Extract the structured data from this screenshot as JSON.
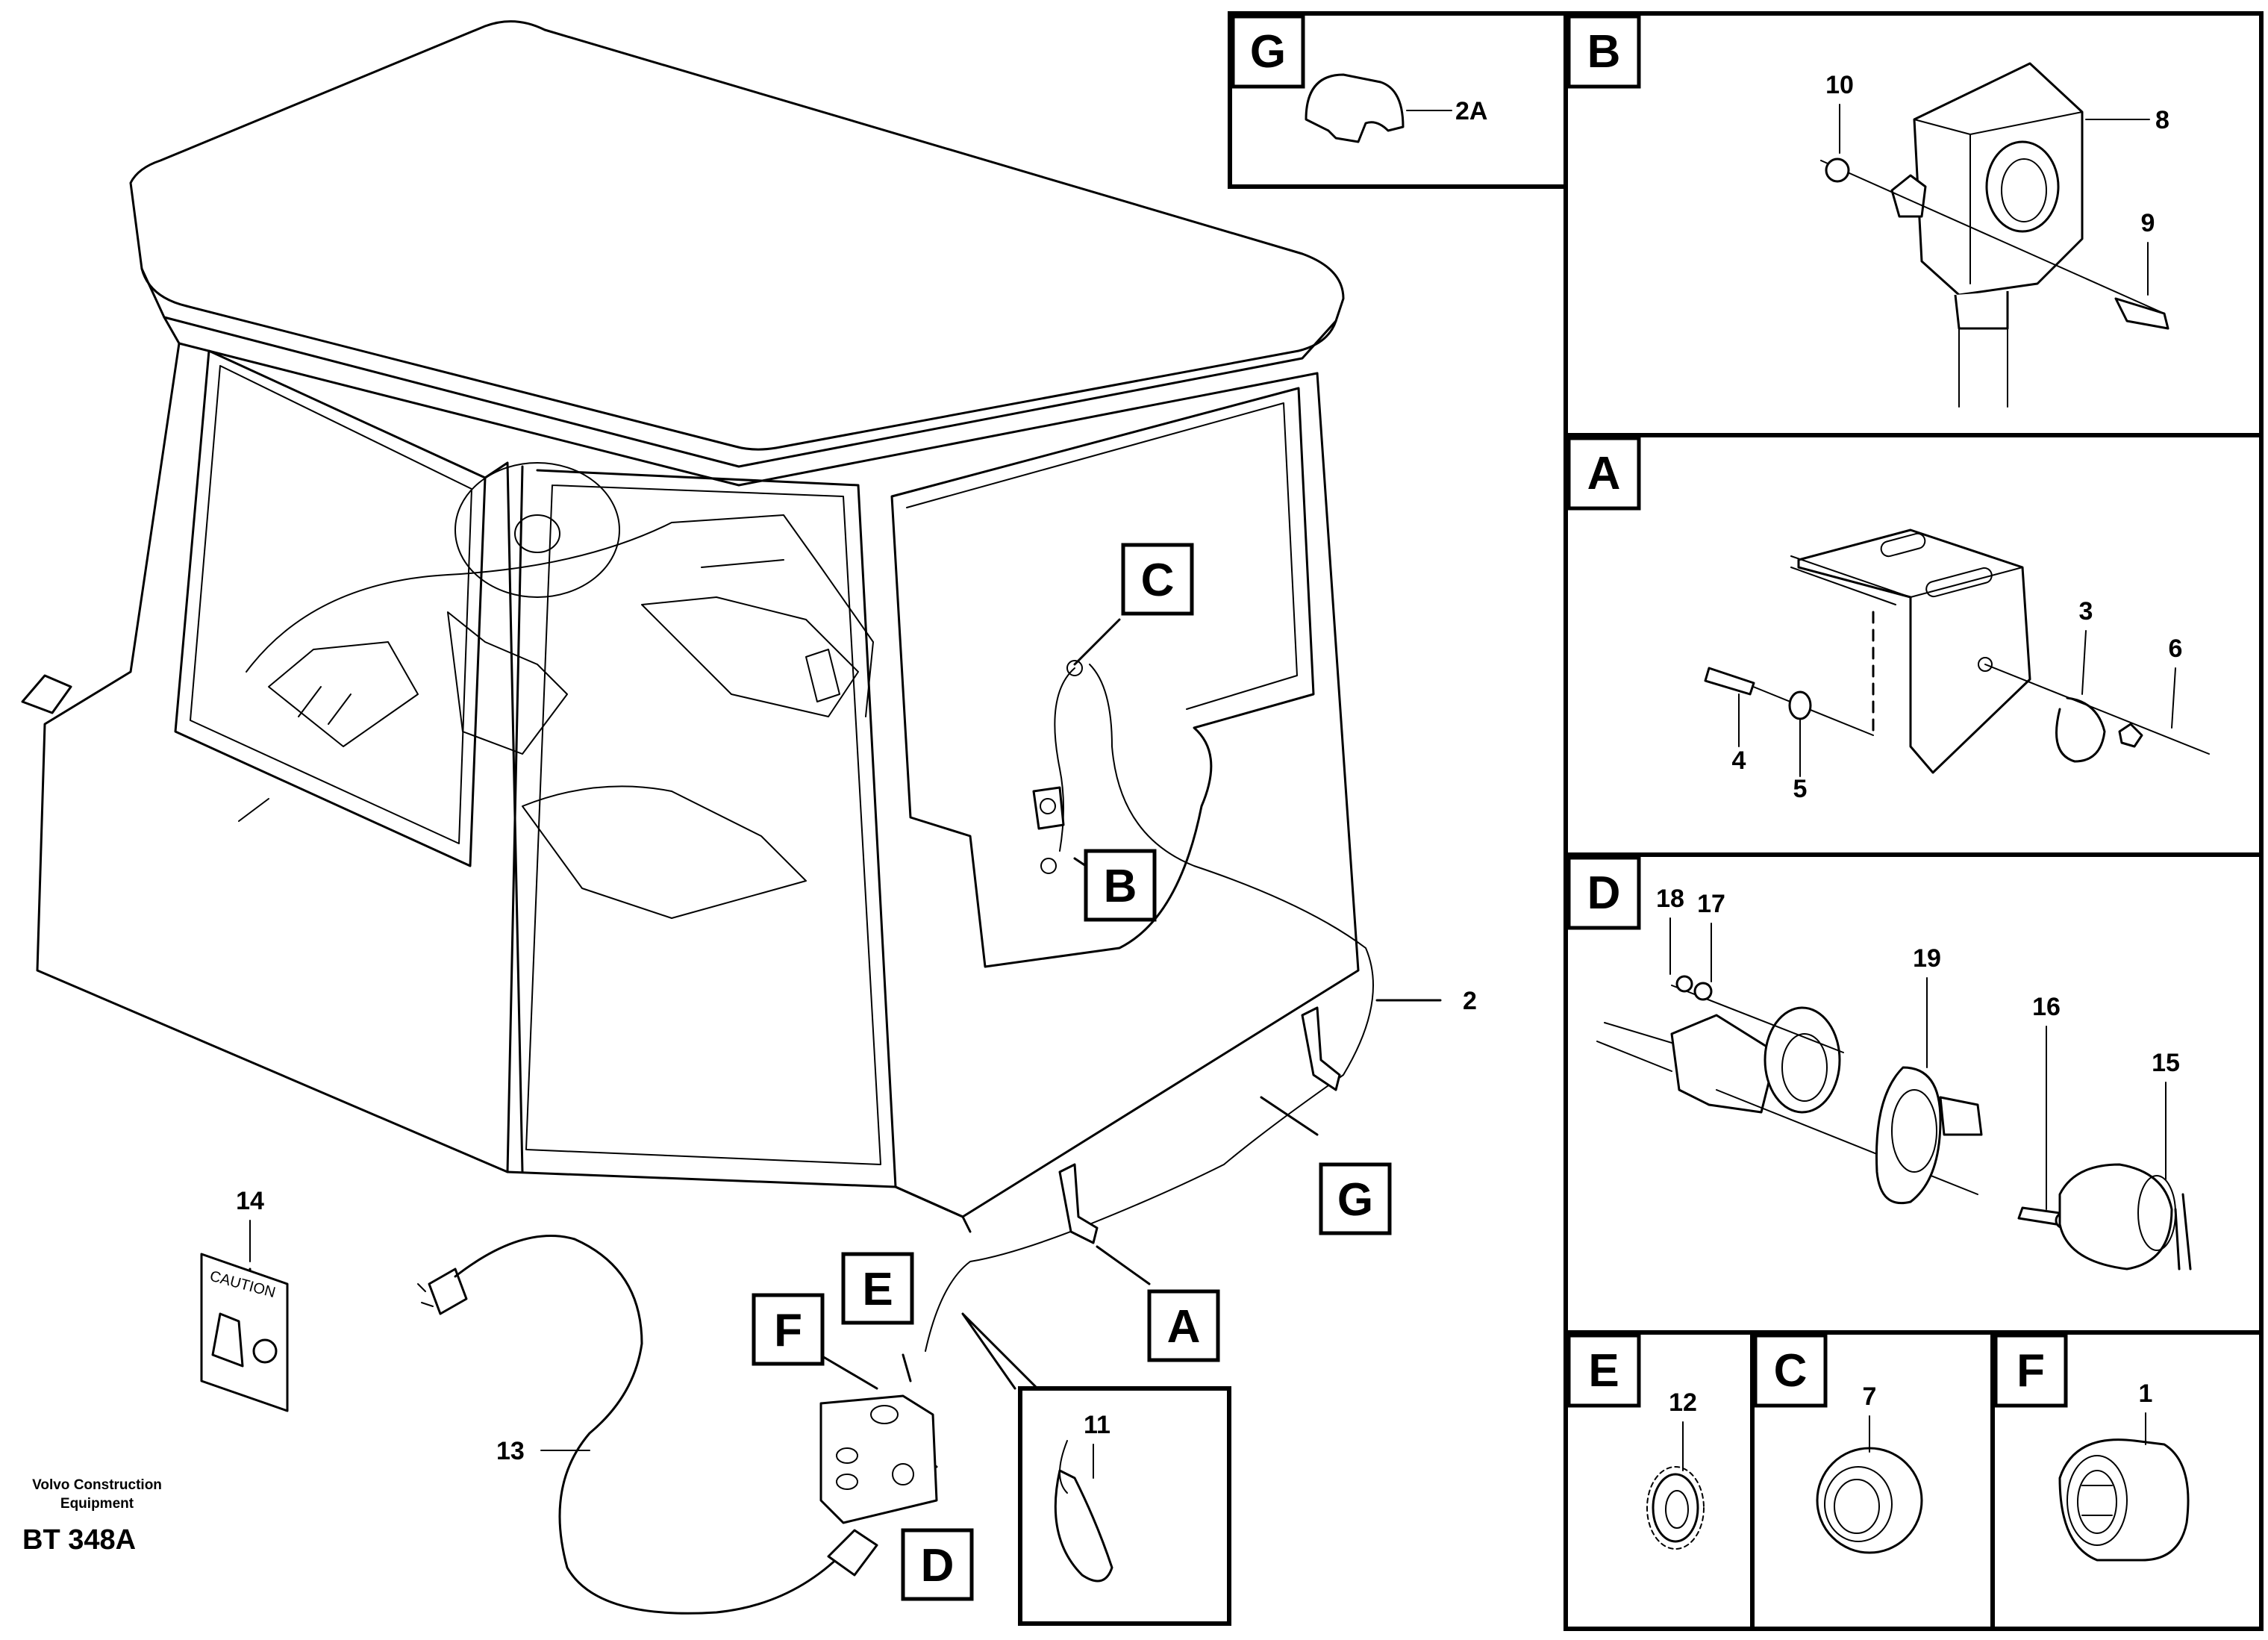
{
  "callouts": {
    "A": "A",
    "B": "B",
    "C": "C",
    "D": "D",
    "E": "E",
    "F": "F",
    "G": "G"
  },
  "parts": {
    "p1": "1",
    "p2": "2",
    "p2a": "2A",
    "p3": "3",
    "p4": "4",
    "p5": "5",
    "p6": "6",
    "p7": "7",
    "p8": "8",
    "p9": "9",
    "p10": "10",
    "p11": "11",
    "p12": "12",
    "p13": "13",
    "p14": "14",
    "p15": "15",
    "p16": "16",
    "p17": "17",
    "p18": "18",
    "p19": "19"
  },
  "caution_sign": {
    "text": "CAUTION"
  },
  "footer": {
    "company_line1": "Volvo Construction",
    "company_line2": "Equipment",
    "reference": "BT 348A"
  }
}
